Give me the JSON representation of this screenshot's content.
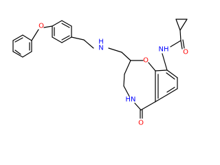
{
  "colors": {
    "bond": "#000000",
    "oxygen": "#ff0000",
    "nitrogen": "#0000ff",
    "background": "#ffffff"
  },
  "labels": {
    "ether_o_left": "O",
    "secondary_amine": "H\nN",
    "ring_o": "O",
    "amide_nh_right": "NH",
    "carbonyl_o_right": "O",
    "lactam_nh": "HN",
    "lactam_o": "O"
  }
}
